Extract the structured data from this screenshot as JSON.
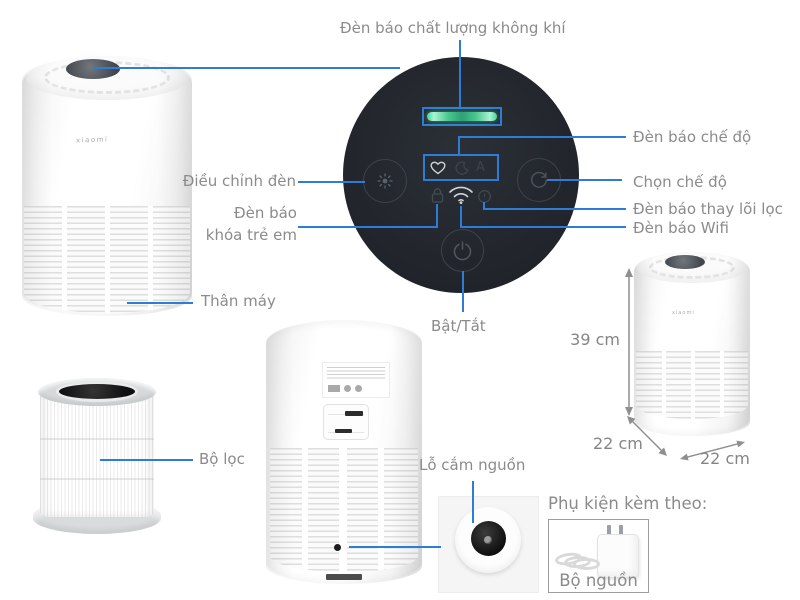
{
  "panel_labels": {
    "air_quality": "Đèn báo chất lượng không khí",
    "adjust_light": "Điều chỉnh đèn",
    "child_lock": "Đèn báo\nkhóa trẻ em",
    "mode_indicator": "Đèn báo chế độ",
    "select_mode": "Chọn chế độ",
    "filter_replace": "Đèn báo thay lõi lọc",
    "wifi": "Đèn báo Wifi",
    "power_toggle": "Bật/Tắt"
  },
  "part_labels": {
    "body": "Thân máy",
    "filter": "Bộ lọc",
    "power_socket": "Lỗ cắm nguồn"
  },
  "dimensions": {
    "height": "39 cm",
    "depth": "22 cm",
    "width": "22 cm"
  },
  "accessories": {
    "title": "Phụ kiện kèm theo:",
    "item": "Bộ nguồn"
  },
  "branding": {
    "logo": "xiaomi"
  },
  "panel": {
    "auto_mode_letter": "A"
  },
  "icons": {
    "brightness": "brightness-icon",
    "favorite": "heart-icon",
    "night": "moon-icon",
    "mode_cycle": "refresh-icon",
    "child_lock": "lock-icon",
    "wifi": "wifi-icon",
    "filter_indicator": "filter-indicator-icon",
    "power": "power-icon"
  },
  "colors": {
    "annotation": "#2e7cd6",
    "label_text": "#8b8b8b",
    "panel_background": "#23272d",
    "led_green": "#4fdf9f"
  }
}
